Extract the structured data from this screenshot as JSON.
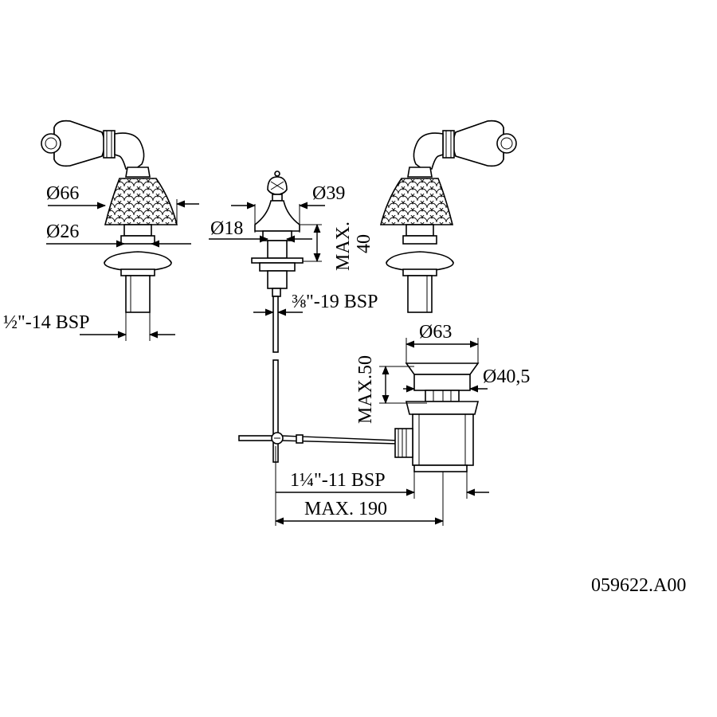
{
  "drawing": {
    "dimensions": {
      "d66": "Ø66",
      "d26": "Ø26",
      "half_bsp": "½\"-14 BSP",
      "d39": "Ø39",
      "d18": "Ø18",
      "max40_line1": "MAX.",
      "max40_line2": "40",
      "three_eighths_bsp": "⅜\"-19 BSP",
      "d63": "Ø63",
      "max50": "MAX.50",
      "d40_5": "Ø40,5",
      "one_quarter_bsp": "1¼\"-11 BSP",
      "max190": "MAX. 190"
    },
    "drawing_code": "059622.A00"
  }
}
